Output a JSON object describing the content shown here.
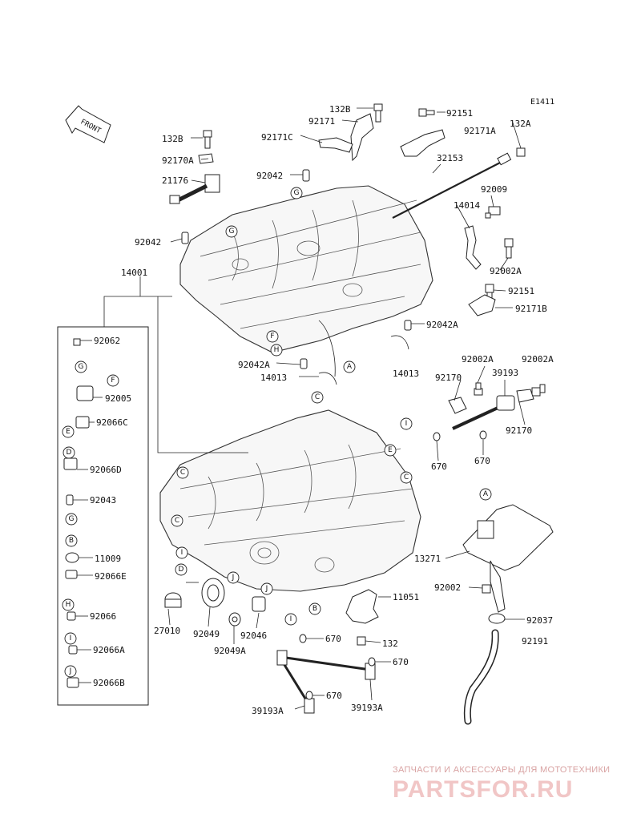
{
  "diagram_code": "E1411",
  "front_label": "FRONT",
  "parts": [
    {
      "id": "p132B_a",
      "label": "132B"
    },
    {
      "id": "p92171",
      "label": "92171"
    },
    {
      "id": "p92151_a",
      "label": "92151"
    },
    {
      "id": "p92171A",
      "label": "92171A"
    },
    {
      "id": "p132A",
      "label": "132A"
    },
    {
      "id": "p132B_b",
      "label": "132B"
    },
    {
      "id": "p92171C",
      "label": "92171C"
    },
    {
      "id": "p92170A",
      "label": "92170A"
    },
    {
      "id": "p32153",
      "label": "32153"
    },
    {
      "id": "p21176",
      "label": "21176"
    },
    {
      "id": "p92042_a",
      "label": "92042"
    },
    {
      "id": "p92009",
      "label": "92009"
    },
    {
      "id": "p14014",
      "label": "14014"
    },
    {
      "id": "p92042_b",
      "label": "92042"
    },
    {
      "id": "p92002A_a",
      "label": "92002A"
    },
    {
      "id": "p14001",
      "label": "14001"
    },
    {
      "id": "p92151_b",
      "label": "92151"
    },
    {
      "id": "p92171B",
      "label": "92171B"
    },
    {
      "id": "p92042A_a",
      "label": "92042A"
    },
    {
      "id": "p92062",
      "label": "92062"
    },
    {
      "id": "p92042A_b",
      "label": "92042A"
    },
    {
      "id": "p14013_a",
      "label": "14013"
    },
    {
      "id": "p14013_b",
      "label": "14013"
    },
    {
      "id": "p92002A_b",
      "label": "92002A"
    },
    {
      "id": "p92002A_c",
      "label": "92002A"
    },
    {
      "id": "p92170_a",
      "label": "92170"
    },
    {
      "id": "p39193",
      "label": "39193"
    },
    {
      "id": "p92005",
      "label": "92005"
    },
    {
      "id": "p92066C",
      "label": "92066C"
    },
    {
      "id": "p92170_b",
      "label": "92170"
    },
    {
      "id": "p670_a",
      "label": "670"
    },
    {
      "id": "p670_b",
      "label": "670"
    },
    {
      "id": "p92066D",
      "label": "92066D"
    },
    {
      "id": "p92043",
      "label": "92043"
    },
    {
      "id": "p13271",
      "label": "13271"
    },
    {
      "id": "p11009",
      "label": "11009"
    },
    {
      "id": "p92066E",
      "label": "92066E"
    },
    {
      "id": "p92002",
      "label": "92002"
    },
    {
      "id": "p11051",
      "label": "11051"
    },
    {
      "id": "p92066",
      "label": "92066"
    },
    {
      "id": "p27010",
      "label": "27010"
    },
    {
      "id": "p92049",
      "label": "92049"
    },
    {
      "id": "p92046",
      "label": "92046"
    },
    {
      "id": "p92037",
      "label": "92037"
    },
    {
      "id": "p670_c",
      "label": "670"
    },
    {
      "id": "p92191",
      "label": "92191"
    },
    {
      "id": "p132",
      "label": "132"
    },
    {
      "id": "p92049A",
      "label": "92049A"
    },
    {
      "id": "p92066A",
      "label": "92066A"
    },
    {
      "id": "p670_d",
      "label": "670"
    },
    {
      "id": "p92066B",
      "label": "92066B"
    },
    {
      "id": "p670_e",
      "label": "670"
    },
    {
      "id": "p39193A_a",
      "label": "39193A"
    },
    {
      "id": "p39193A_b",
      "label": "39193A"
    }
  ],
  "callouts": {
    "G1": "G",
    "G2": "G",
    "G3": "G",
    "F1": "F",
    "H1": "H",
    "A1": "A",
    "A2": "A",
    "C1": "C",
    "C2": "C",
    "C3": "C",
    "C4": "C",
    "I1": "I",
    "I2": "I",
    "I3": "I",
    "E1": "E",
    "D1": "D",
    "J1": "J",
    "J2": "J",
    "B1": "B",
    "kG1": "G",
    "kF": "F",
    "kE": "E",
    "kD": "D",
    "kG2": "G",
    "kB": "B",
    "kH": "H",
    "kI": "I",
    "kJ": "J"
  },
  "watermark": {
    "line1": "ЗАПЧАСТИ И АКСЕССУАРЫ ДЛЯ МОТОТЕХНИКИ",
    "line2": "PARTSFOR.RU"
  }
}
